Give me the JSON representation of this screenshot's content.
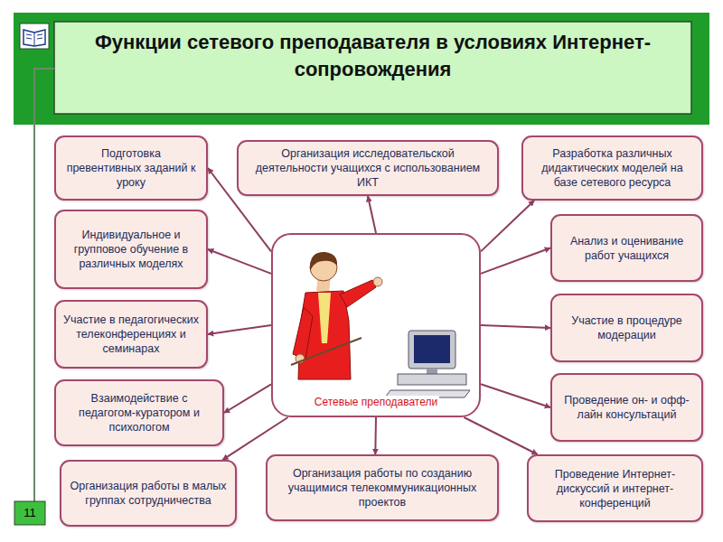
{
  "diagram": {
    "title": "Функции сетевого преподавателя в условиях Интернет-сопровождения",
    "nodes": [
      {
        "text": [
          "Сетевые преподаватели"
        ]
      },
      {
        "text": [
          "Подготовка превентивных заданий к уроку"
        ]
      },
      {
        "text": [
          "Организация исследовательской деятельности учащихся с использованием ИКТ"
        ]
      },
      {
        "text": [
          "Разработка различных дидактических моделей на базе сетевого ресурса"
        ]
      },
      {
        "text": [
          "Индивидуальное и групповое обучение в различных моделях"
        ]
      },
      {
        "text": [
          "Анализ и оценивание работ учащихся"
        ]
      },
      {
        "text": [
          "Участие в педагогических телеконференциях и семинарах"
        ]
      },
      {
        "text": [
          "Участие в процедуре модерации"
        ]
      },
      {
        "text": [
          "Взаимодействие с педагогом-куратором и психологом"
        ]
      },
      {
        "text": [
          "Проведение он- и офф-лайн консультаций"
        ]
      },
      {
        "text": [
          "Организация работы в малых группах сотрудничества"
        ]
      },
      {
        "text": [
          "Организация работы по созданию учащимися телекоммуникационных проектов"
        ]
      },
      {
        "text": [
          "Проведение Интернет-дискуссий и интернет-конференций"
        ]
      }
    ],
    "edges": [
      {
        "from": 0,
        "to": 1,
        "arrow": "to"
      },
      {
        "from": 0,
        "to": 2,
        "arrow": "to"
      },
      {
        "from": 0,
        "to": 3,
        "arrow": "to"
      },
      {
        "from": 0,
        "to": 4,
        "arrow": "to"
      },
      {
        "from": 0,
        "to": 5,
        "arrow": "to"
      },
      {
        "from": 0,
        "to": 6,
        "arrow": "to"
      },
      {
        "from": 0,
        "to": 7,
        "arrow": "to"
      },
      {
        "from": 0,
        "to": 8,
        "arrow": "to"
      },
      {
        "from": 0,
        "to": 9,
        "arrow": "to"
      },
      {
        "from": 0,
        "to": 10,
        "arrow": "to"
      },
      {
        "from": 0,
        "to": 11,
        "arrow": "to"
      },
      {
        "from": 0,
        "to": 12,
        "arrow": "to"
      }
    ],
    "labels": [
      "11"
    ]
  }
}
